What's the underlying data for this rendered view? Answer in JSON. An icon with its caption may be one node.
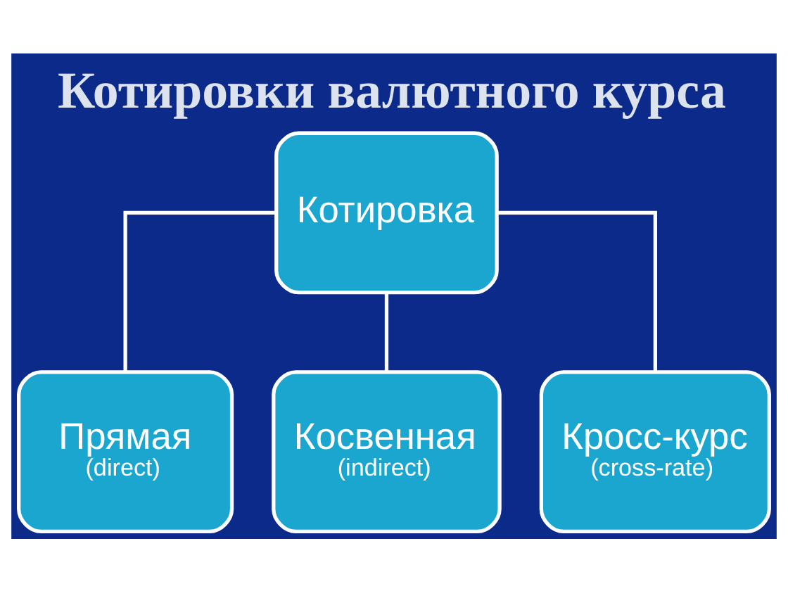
{
  "diagram": {
    "title": "Котировки валютного курса",
    "nodes": [
      {
        "text": [
          "Котировка"
        ]
      },
      {
        "text": [
          "Прямая",
          "(direct)"
        ]
      },
      {
        "text": [
          "Косвенная",
          "(indirect)"
        ]
      },
      {
        "text": [
          "Кросс-курс",
          "(cross-rate)"
        ]
      }
    ],
    "edges": [
      {
        "from": 0,
        "to": 1,
        "arrow": "none"
      },
      {
        "from": 0,
        "to": 2,
        "arrow": "none"
      },
      {
        "from": 0,
        "to": 3,
        "arrow": "none"
      }
    ]
  }
}
